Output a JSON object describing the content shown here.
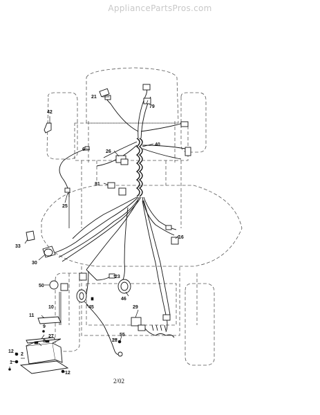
{
  "watermark": "AppliancePartsPros.com",
  "footer": "2/02",
  "callouts": {
    "c79": "79",
    "c21": "21",
    "c42": "42",
    "c40": "40",
    "c26": "26",
    "c6": "6",
    "c81": "81",
    "c25": "25",
    "c33": "33",
    "c30": "30",
    "c16": "16",
    "c50": "50",
    "c10": "10",
    "c23": "23",
    "c46": "46",
    "c45": "45",
    "c29": "29",
    "c11": "11",
    "c27": "27",
    "c8": "8",
    "c12a": "12",
    "c2": "2",
    "c1": "1",
    "c55": "55",
    "c28": "28",
    "c12b": "12",
    "c9": "9"
  }
}
